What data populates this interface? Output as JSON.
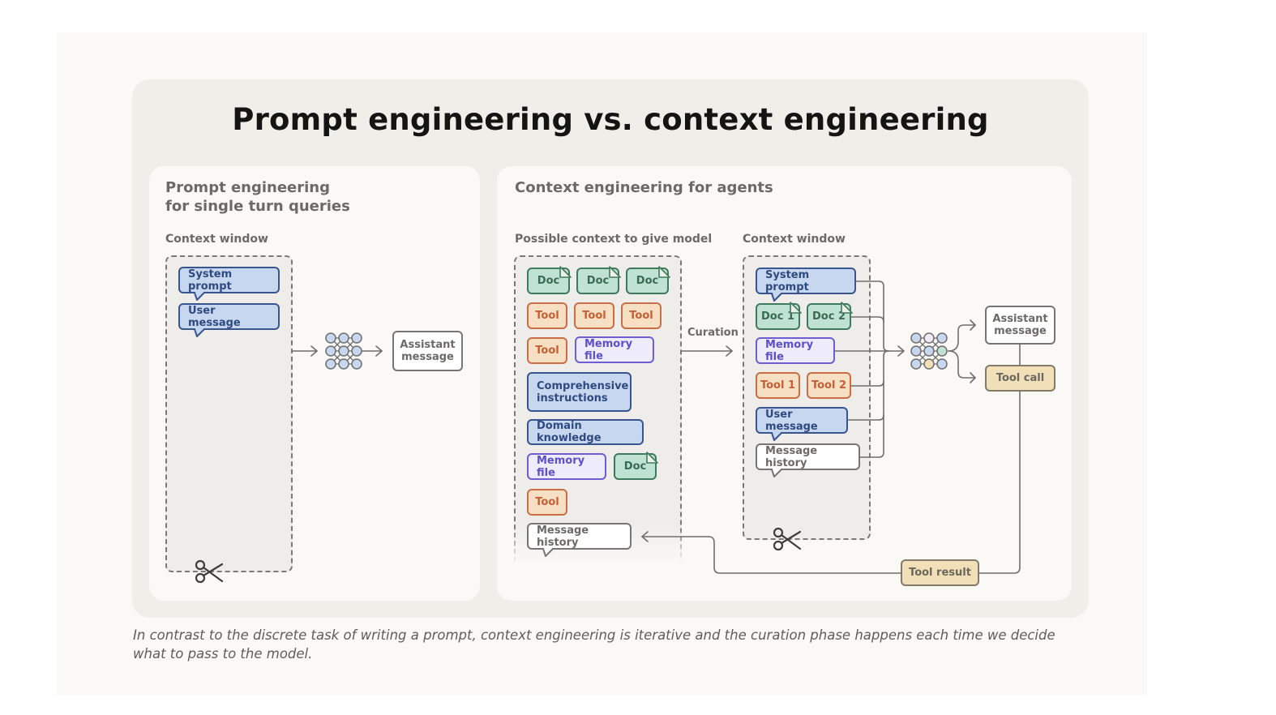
{
  "title": "Prompt engineering vs. context engineering",
  "caption": "In contrast to the discrete task of writing a prompt, context engineering is iterative and the curation phase happens each time we decide what to pass to the model.",
  "colors": {
    "blue_fill": "#c6d7ef",
    "blue_border": "#38558f",
    "green_fill": "#bfe2d3",
    "green_border": "#3f7a5d",
    "orange_fill": "#f6dfc2",
    "orange_border": "#c96e47",
    "purple_fill": "#eeecfc",
    "purple_border": "#6d5fd3",
    "tan_fill": "#f1dfb8",
    "tan_border": "#827b6c"
  },
  "left_panel": {
    "title_line1": "Prompt engineering",
    "title_line2": "for single turn queries",
    "context_label": "Context window",
    "items": [
      "System prompt",
      "User message"
    ],
    "model_icon": "neural-network-icon",
    "output": "Assistant message",
    "cut_icon": "scissors-icon"
  },
  "right_panel": {
    "title": "Context engineering for agents",
    "possible_label": "Possible context to give model",
    "possible_items": {
      "docs_row": [
        "Doc",
        "Doc",
        "Doc"
      ],
      "tools_row": [
        "Tool",
        "Tool",
        "Tool"
      ],
      "tool_single": "Tool",
      "memory_file": "Memory file",
      "comprehensive": "Comprehensive instructions",
      "domain": "Domain knowledge",
      "memory_file_2": "Memory file",
      "doc_single": "Doc",
      "tool_last": "Tool",
      "message_history": "Message history"
    },
    "curation_label": "Curation",
    "context_label": "Context window",
    "context_items": {
      "system_prompt": "System prompt",
      "doc1": "Doc 1",
      "doc2": "Doc 2",
      "memory_file": "Memory file",
      "tool1": "Tool 1",
      "tool2": "Tool 2",
      "user_message": "User message",
      "message_history": "Message history"
    },
    "outputs": {
      "assistant": "Assistant message",
      "tool_call": "Tool call",
      "tool_result": "Tool result"
    }
  }
}
